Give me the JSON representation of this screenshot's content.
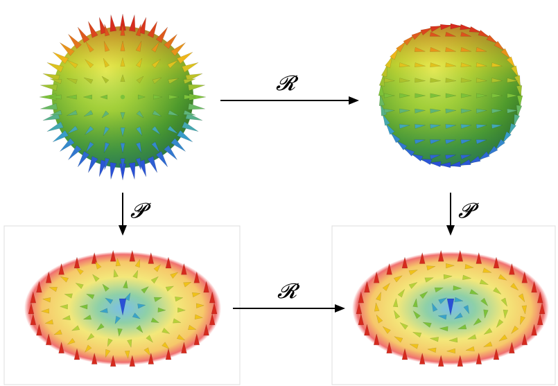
{
  "diagram": {
    "maps": {
      "rotation_label": "𝓡",
      "projection_label": "𝓟"
    },
    "panels": [
      {
        "name": "sphere-radial",
        "kind": "sphere",
        "field": "radial"
      },
      {
        "name": "sphere-rotated",
        "kind": "sphere",
        "field": "rotated"
      },
      {
        "name": "disk-radial",
        "kind": "disk",
        "field": "radial"
      },
      {
        "name": "disk-rotated",
        "kind": "disk",
        "field": "rotated"
      }
    ],
    "colors": {
      "top": "#d62a1e",
      "upper": "#f0c21a",
      "middle": "#7cc23a",
      "lower": "#3aa3c8",
      "bottom": "#2a4fd6",
      "disk_rim": "#ee6a6a",
      "disk_mid": "#f5e27a",
      "disk_center": "#7fc3ea"
    }
  }
}
